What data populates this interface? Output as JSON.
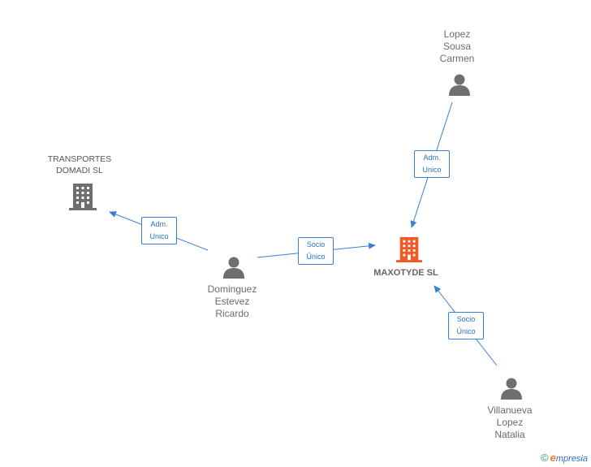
{
  "nodes": {
    "lopez": {
      "lines": [
        "Lopez",
        "Sousa",
        "Carmen"
      ],
      "icon": "person-icon"
    },
    "transportes": {
      "lines": [
        "TRANSPORTES",
        "DOMADI SL"
      ],
      "icon": "building-icon"
    },
    "maxotyde": {
      "lines": [
        "MAXOTYDE SL"
      ],
      "icon": "building-icon",
      "color": "#f05a28"
    },
    "dominguez": {
      "lines": [
        "Dominguez",
        "Estevez",
        "Ricardo"
      ],
      "icon": "person-icon"
    },
    "villanueva": {
      "lines": [
        "Villanueva",
        "Lopez",
        "Natalia"
      ],
      "icon": "person-icon"
    }
  },
  "relations": {
    "lopez_maxotyde": [
      "Adm.",
      "Unico"
    ],
    "dominguez_transportes": [
      "Adm.",
      "Unico"
    ],
    "dominguez_maxotyde": [
      "Socio",
      "Único"
    ],
    "villanueva_maxotyde": [
      "Socio",
      "Único"
    ]
  },
  "brand": {
    "copyright": "©",
    "initial": "e",
    "rest": "mpresia"
  },
  "colors": {
    "edge": "#3a7fd5",
    "node_gray": "#6f6f6f",
    "main_company": "#f05a28"
  }
}
